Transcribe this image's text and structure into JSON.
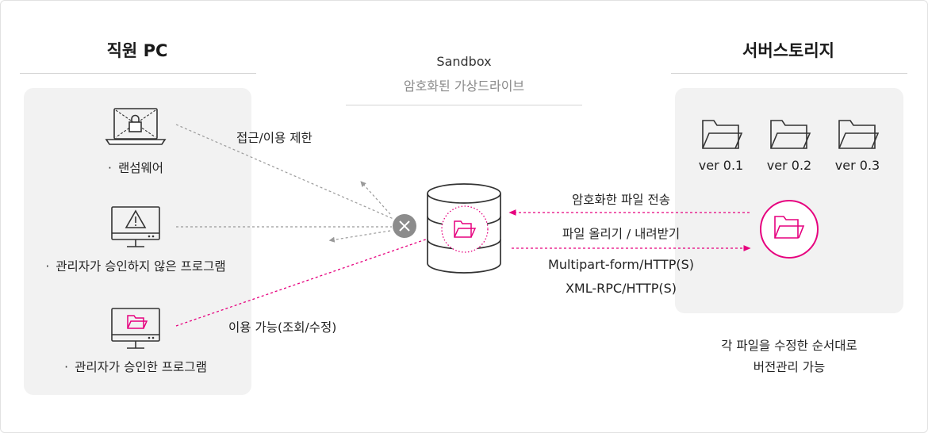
{
  "left": {
    "title": "직원 PC",
    "items": [
      {
        "label": "랜섬웨어",
        "icon": "laptop-lock-icon"
      },
      {
        "label": "관리자가 승인하지 않은 프로그램",
        "icon": "monitor-warning-icon"
      },
      {
        "label": "관리자가 승인한 프로그램",
        "icon": "monitor-folder-icon"
      }
    ]
  },
  "center": {
    "title": "Sandbox",
    "subtitle": "암호화된 가상드라이브",
    "restrict_label": "접근/이용 제한",
    "allowed_label": "이용 가능(조회/수정)"
  },
  "links": {
    "encrypted_transfer": "암호화한 파일 전송",
    "upload_download": "파일 올리기 / 내려받기",
    "protocol_1": "Multipart-form/HTTP(S)",
    "protocol_2": "XML-RPC/HTTP(S)"
  },
  "right": {
    "title": "서버스토리지",
    "versions": [
      "ver 0.1",
      "ver 0.2",
      "ver 0.3"
    ],
    "caption_line1": "각 파일을 수정한 순서대로",
    "caption_line2": "버전관리 가능"
  },
  "colors": {
    "accent": "#e6007e",
    "gray_line": "#9a9a9a",
    "panel": "#f2f2f2",
    "blocked": "#8c8c8c"
  }
}
